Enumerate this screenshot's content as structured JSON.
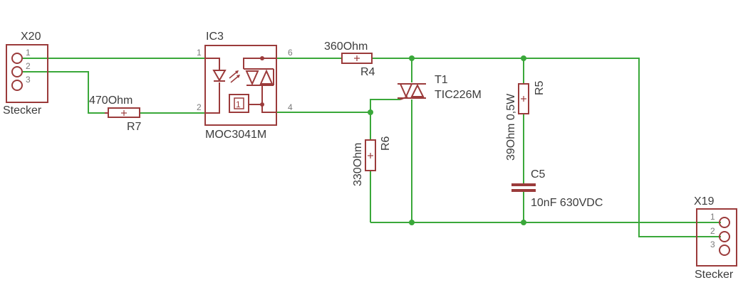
{
  "colors": {
    "wire": "#3aa83a",
    "part": "#9b3b3b",
    "text": "#3c3c3c",
    "pin_text": "#7a7a7a"
  },
  "x20": {
    "name": "X20",
    "label": "Stecker",
    "pins": [
      "1",
      "2",
      "3"
    ]
  },
  "x19": {
    "name": "X19",
    "label": "Stecker",
    "pins": [
      "1",
      "2",
      "3"
    ]
  },
  "r7": {
    "name": "R7",
    "value": "470Ohm"
  },
  "ic3": {
    "name": "IC3",
    "value": "MOC3041M",
    "pin1": "1",
    "pin2": "2",
    "pin6": "6",
    "pin4": "4",
    "zc_symbol": "1"
  },
  "r4": {
    "name": "R4",
    "value": "360Ohm"
  },
  "r6": {
    "name": "R6",
    "value": "330Ohm"
  },
  "t1": {
    "name": "T1",
    "value": "TIC226M"
  },
  "r5": {
    "name": "R5",
    "value": "39Ohm 0,5W"
  },
  "c5": {
    "name": "C5",
    "value": "10nF 630VDC"
  }
}
